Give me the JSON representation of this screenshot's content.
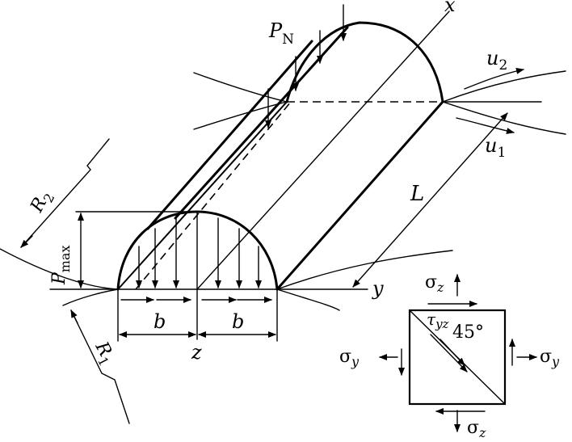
{
  "labels": {
    "pn_main": "P",
    "pn_sub": "N",
    "x_axis": "x",
    "y_axis": "y",
    "z_axis": "z",
    "u2_main": "u",
    "u2_sub": "2",
    "u1_main": "u",
    "u1_sub": "1",
    "length": "L",
    "r2_main": "R",
    "r2_sub": "2",
    "r1_main": "R",
    "r1_sub": "1",
    "pmax_main": "P",
    "pmax_sub": "max",
    "half_width_left": "b",
    "half_width_right": "b",
    "sigma_z_top": "σ",
    "sigma_z_top_sub": "z",
    "sigma_z_bottom": "σ",
    "sigma_z_bottom_sub": "z",
    "sigma_y_left": "σ",
    "sigma_y_left_sub": "y",
    "sigma_y_right": "σ",
    "sigma_y_right_sub": "y",
    "tau": "τ",
    "tau_sub": "yz",
    "angle": "45°"
  }
}
